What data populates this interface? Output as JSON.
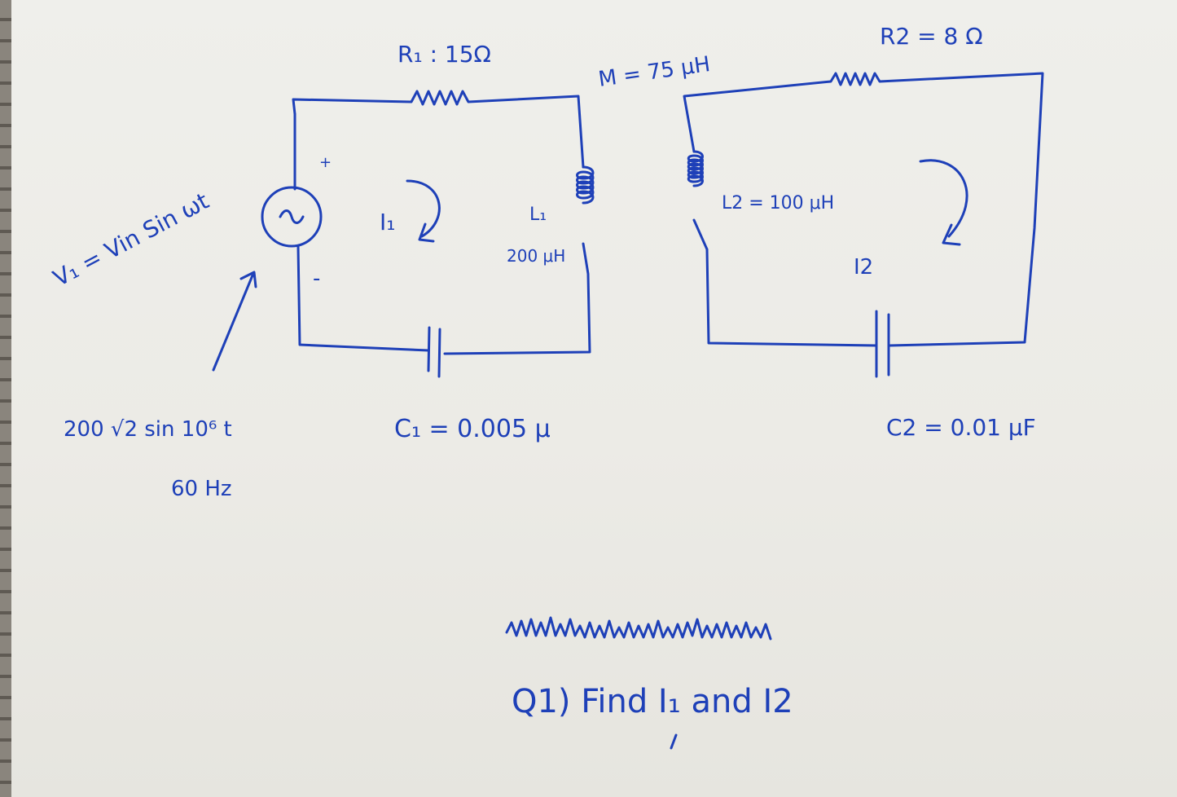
{
  "labels": {
    "r1": "R₁ : 15Ω",
    "r2": "R2 = 8 Ω",
    "mutual": "M = 75 μH",
    "l1_name": "L₁",
    "l1_value": "200 μH",
    "l2": "L2 = 100 μH",
    "i1": "I₁",
    "i2": "I2",
    "c1": "C₁ = 0.005 μ",
    "c2": "C2 = 0.01 μF",
    "source_plus": "+",
    "source_minus": "-",
    "source_symbol": "~",
    "vin": "V₁ = Vin Sin ωt",
    "vin_value": "200 √2 sin 10⁶ t",
    "frequency": "60 Hz"
  },
  "question": "Q1)  Find  I₁  and  I2",
  "colors": {
    "ink": "#1e40b8",
    "paper": "#eeeeea"
  }
}
